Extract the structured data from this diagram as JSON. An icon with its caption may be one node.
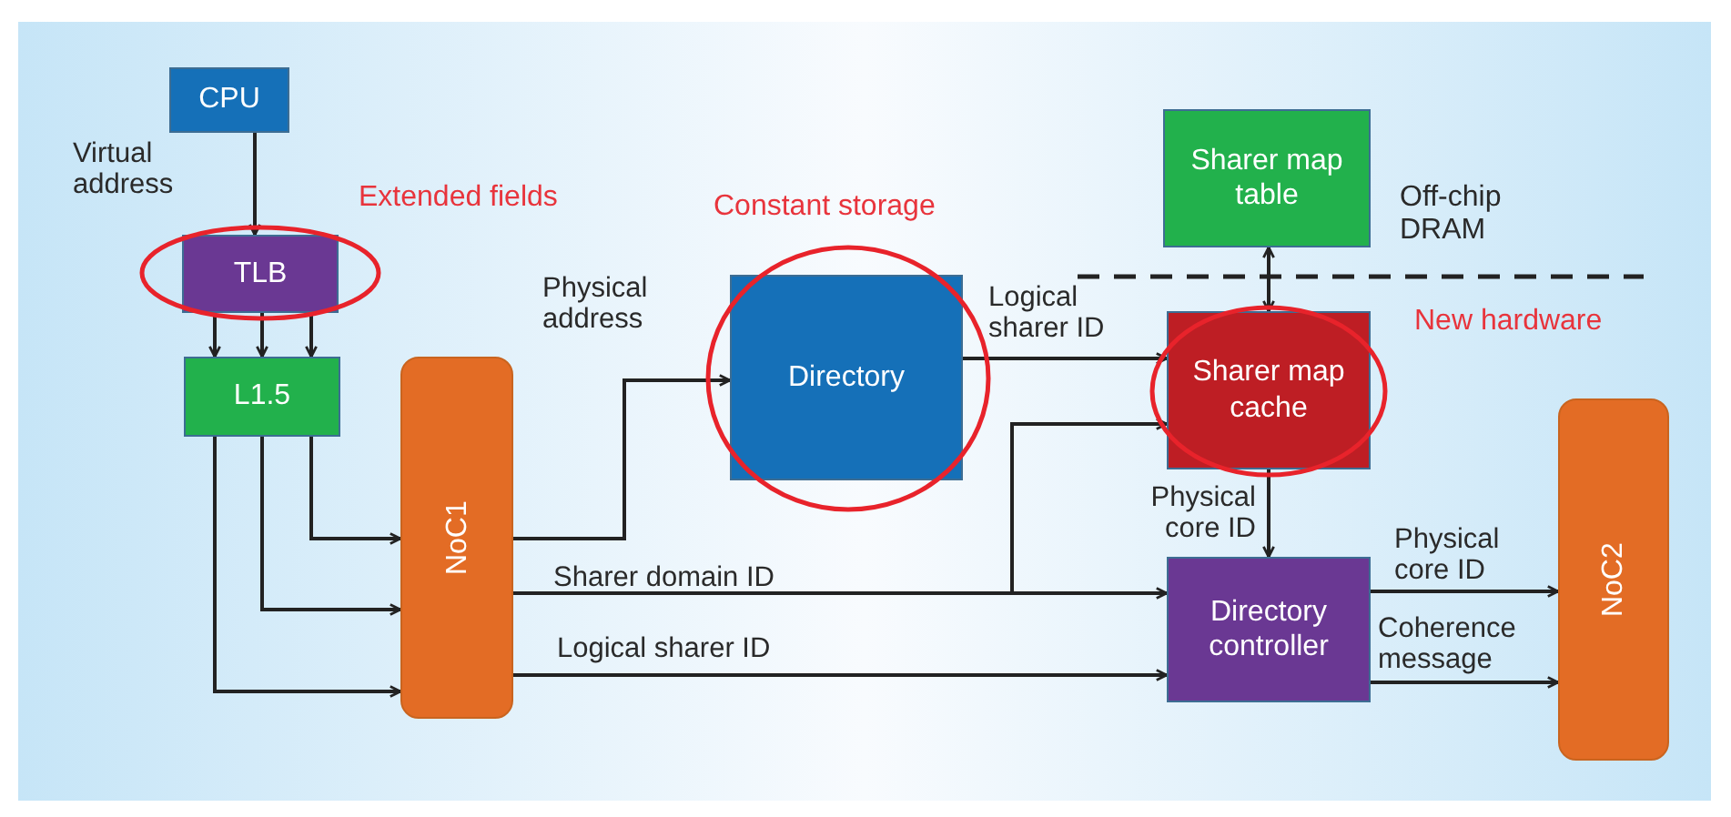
{
  "diagram": {
    "nodes": [
      {
        "text": [
          "CPU"
        ]
      },
      {
        "text": [
          "TLB"
        ]
      },
      {
        "text": [
          "L1.5"
        ]
      },
      {
        "text": [
          "NoC1"
        ]
      },
      {
        "text": [
          "Directory"
        ]
      },
      {
        "text": [
          "Sharer map table"
        ]
      },
      {
        "text": [
          "Sharer map cache"
        ]
      },
      {
        "text": [
          "Directory controller"
        ]
      },
      {
        "text": [
          "NoC2"
        ]
      }
    ],
    "edges": [
      {
        "from": 0,
        "to": 1,
        "arrow": "to",
        "label": "Virtual address"
      },
      {
        "from": 1,
        "to": 2,
        "arrow": "to"
      },
      {
        "from": 1,
        "to": 2,
        "arrow": "to"
      },
      {
        "from": 1,
        "to": 2,
        "arrow": "to"
      },
      {
        "from": 2,
        "to": 3,
        "arrow": "to"
      },
      {
        "from": 2,
        "to": 3,
        "arrow": "to"
      },
      {
        "from": 2,
        "to": 3,
        "arrow": "to"
      },
      {
        "from": 3,
        "to": 4,
        "arrow": "to",
        "label": "Physical address"
      },
      {
        "from": 4,
        "to": 6,
        "arrow": "to",
        "label": "Logical sharer ID"
      },
      {
        "from": 5,
        "to": 6,
        "arrow": "both"
      },
      {
        "from": 3,
        "to": 6,
        "arrow": "to"
      },
      {
        "from": 3,
        "to": 7,
        "arrow": "to",
        "label": "Sharer domain ID"
      },
      {
        "from": 3,
        "to": 7,
        "arrow": "to",
        "label": "Logical sharer ID"
      },
      {
        "from": 6,
        "to": 7,
        "arrow": "to",
        "label": "Physical core ID"
      },
      {
        "from": 7,
        "to": 8,
        "arrow": "to",
        "label": "Physical core ID"
      },
      {
        "from": 7,
        "to": 8,
        "arrow": "to",
        "label": "Coherence message"
      }
    ],
    "labels": [
      "Extended fields",
      "Constant storage",
      "Off-chip DRAM",
      "New hardware"
    ]
  }
}
